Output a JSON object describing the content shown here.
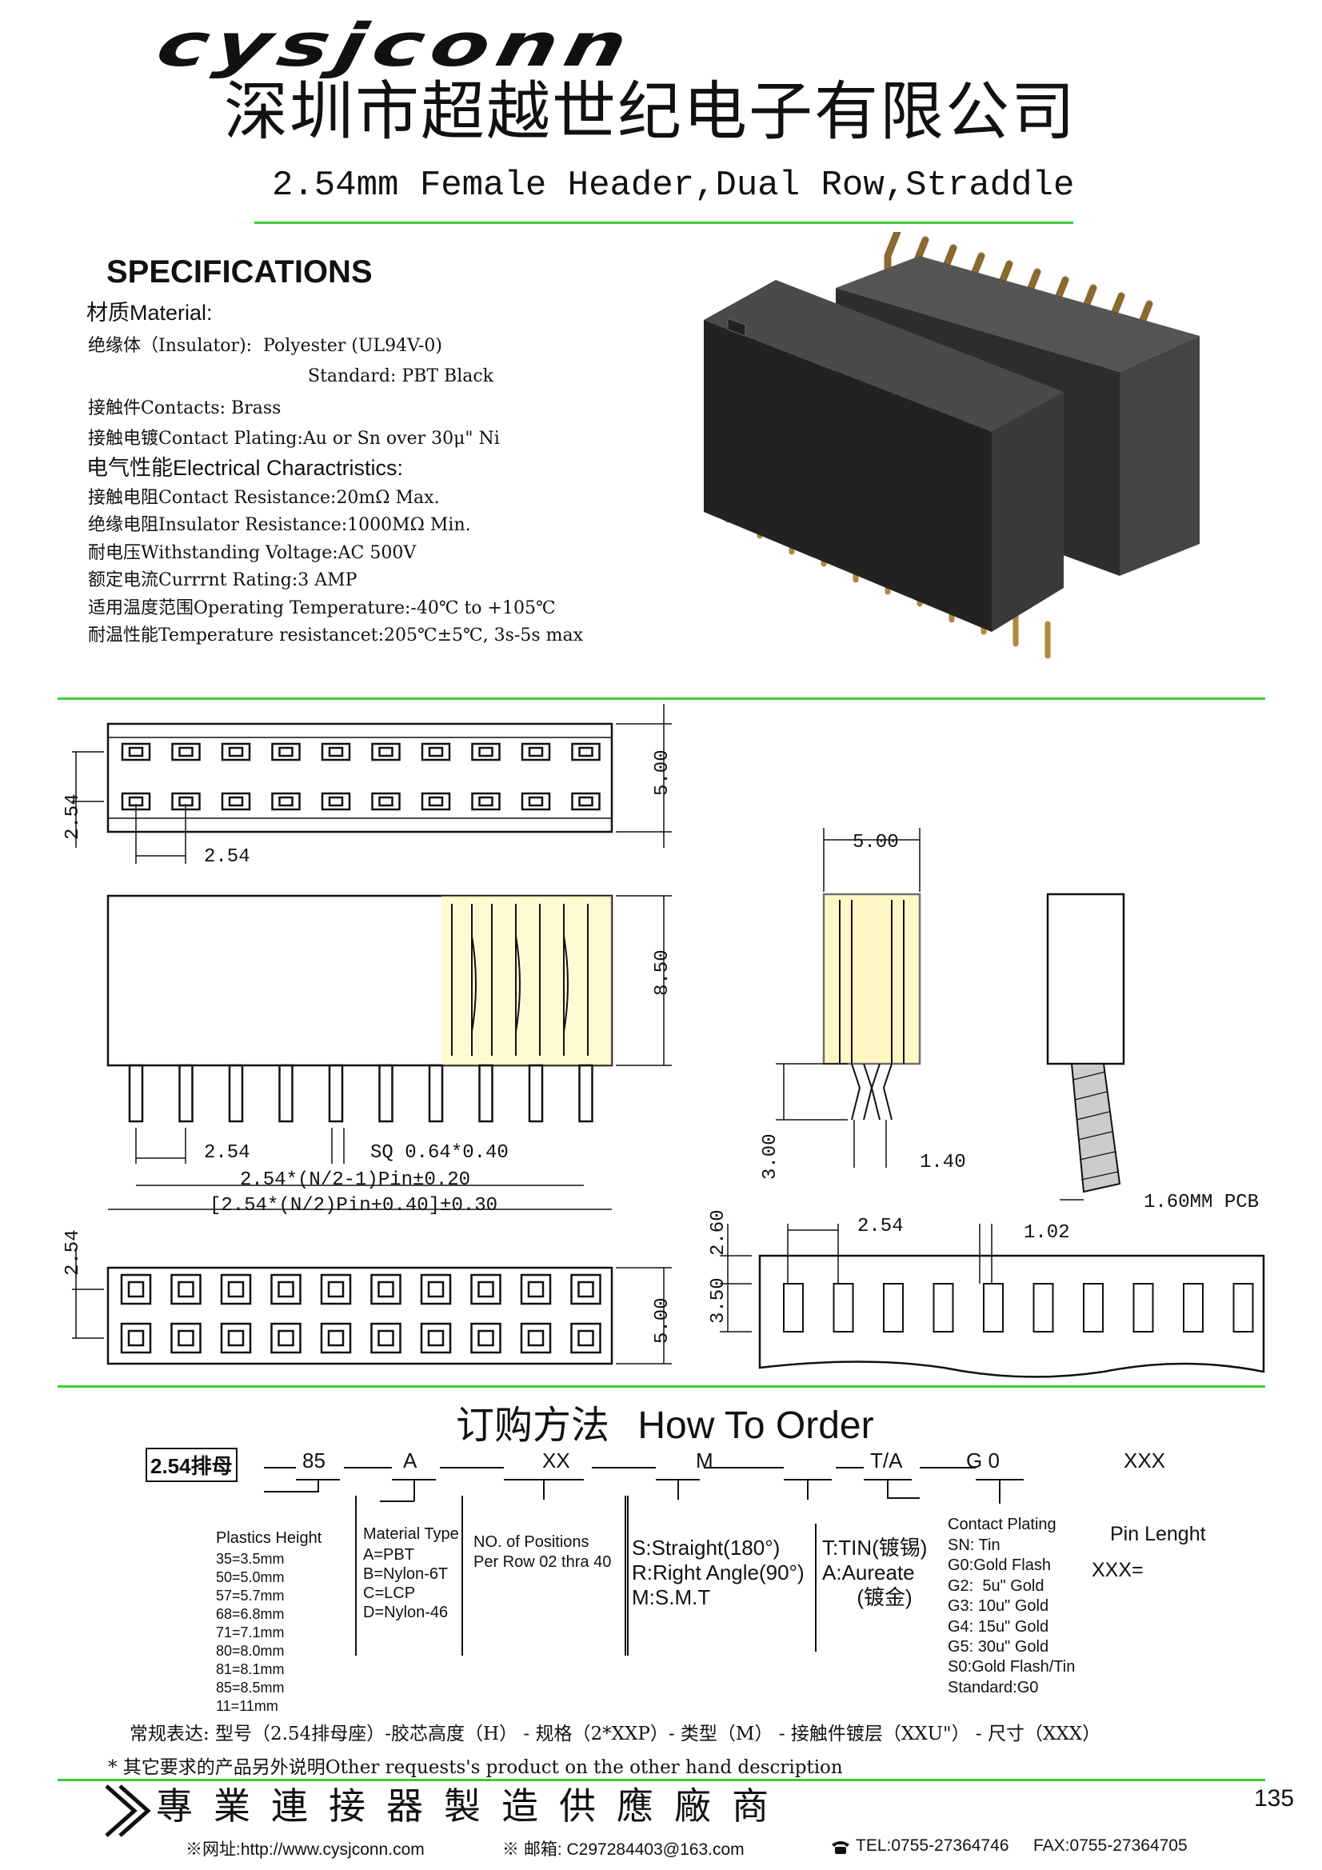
{
  "header": {
    "logo": "cysjconn",
    "company_cn": "深圳市超越世纪电子有限公司",
    "product_title": "2.54mm Female Header,Dual Row,Straddle"
  },
  "specs": {
    "heading": "SPECIFICATIONS",
    "material_heading": "材质Material:",
    "insulator": "绝缘体（Insulator):  Polyester (UL94V-0)",
    "standard": "Standard: PBT Black",
    "contacts": "接触件Contacts: Brass",
    "plating": "接触电镀Contact Plating:Au or Sn over 30μ\" Ni",
    "electrical_heading": "电气性能Electrical Charactristics:",
    "contact_resistance": "接触电阻Contact Resistance:20mΩ Max.",
    "insulator_resistance": "绝缘电阻Insulator Resistance:1000MΩ Min.",
    "voltage": "耐电压Withstanding Voltage:AC 500V",
    "current": "额定电流Currrnt Rating:3 AMP",
    "op_temp": "适用温度范围Operating Temperature:-40℃ to +105℃",
    "temp_resist": "耐温性能Temperature resistancet:205℃±5℃, 3s-5s max"
  },
  "drawing": {
    "d_254_left": "2.54",
    "d_254_pitch": "2.54",
    "d_500_top": "5.00",
    "d_500_side": "5.00",
    "d_850": "8.50",
    "d_254_bottom": "2.54",
    "d_sq": "SQ 0.64*0.40",
    "d_formula1": "2.54*(N/2-1)Pin±0.20",
    "d_formula2": "[2.54*(N/2)Pin+0.40]±0.30",
    "d_300": "3.00",
    "d_140": "1.40",
    "d_pcb": "1.60MM PCB",
    "d_254_lower_left": "2.54",
    "d_500_lower": "5.00",
    "d_260": "2.60",
    "d_350": "3.50",
    "d_254_pcb": "2.54",
    "d_102": "1.02"
  },
  "order": {
    "heading_cn": "订购方法",
    "heading_en": "How To Order",
    "code_prefix": "2.54排母",
    "code_85": "85",
    "code_a": "A",
    "code_xx": "XX",
    "code_m": "M",
    "code_ta": "T/A",
    "code_g0": "G 0",
    "code_xxx": "XXX",
    "height_title": "Plastics Height",
    "heights": [
      "35=3.5mm",
      "50=5.0mm",
      "57=5.7mm",
      "68=6.8mm",
      "71=7.1mm",
      "80=8.0mm",
      "81=8.1mm",
      "85=8.5mm",
      "11=11mm"
    ],
    "material_title": "Material Type",
    "materials": [
      "A=PBT",
      "B=Nylon-6T",
      "C=LCP",
      "D=Nylon-46"
    ],
    "positions": "NO. of Positions\nPer Row 02 thra 40",
    "types": "S:Straight(180°)\nR:Right Angle(90°)\nM:S.M.T",
    "plating_type": "T:TIN(镀锡)\nA:Aureate\n      (镀金)",
    "plating_title": "Contact Plating",
    "platings": [
      "SN: Tin",
      "G0:Gold Flash",
      "G2:  5u\" Gold",
      "G3: 10u\" Gold",
      "G4: 15u\" Gold",
      "G5: 30u\" Gold",
      "S0:Gold Flash/Tin",
      "Standard:G0"
    ],
    "pin_length": "Pin Lenght",
    "pin_length_val": "XXX=",
    "regular": "常规表达: 型号（2.54排母座）-胶芯高度（H） - 规格（2*XXP）- 类型（M） - 接触件镀层（XXU\"） - 尺寸（XXX）",
    "other": "* 其它要求的产品另外说明Other requests's product on the other hand description"
  },
  "footer": {
    "slogan": "專業連接器製造供應廠商",
    "website": "※网址:http://www.cysjconn.com",
    "email": "※ 邮箱: C297284403@163.com",
    "tel": "TEL:0755-27364746",
    "fax": "FAX:0755-27364705",
    "page": "135"
  }
}
